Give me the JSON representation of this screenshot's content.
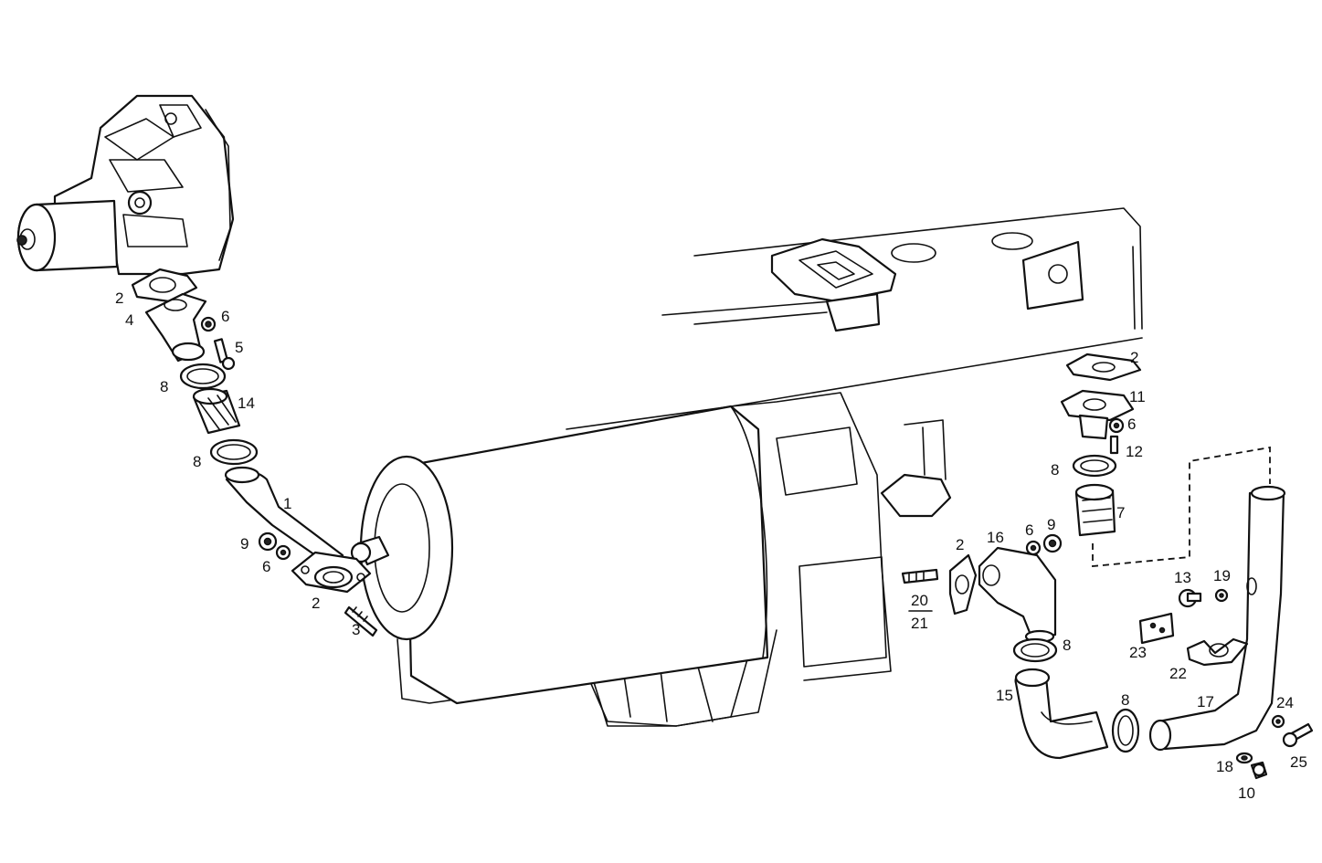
{
  "callouts": {
    "c1": "1",
    "c2a": "2",
    "c2b": "2",
    "c2c": "2",
    "c2d": "2",
    "c3": "3",
    "c4": "4",
    "c5": "5",
    "c6a": "6",
    "c6b": "6",
    "c6c": "6",
    "c6d": "6",
    "c7": "7",
    "c8a": "8",
    "c8b": "8",
    "c8c": "8",
    "c8d": "8",
    "c8e": "8",
    "c9a": "9",
    "c9b": "9",
    "c10": "10",
    "c11": "11",
    "c12": "12",
    "c13": "13",
    "c14": "14",
    "c15": "15",
    "c16": "16",
    "c17": "17",
    "c18": "18",
    "c19": "19",
    "c20": "20",
    "c21": "21",
    "c22": "22",
    "c23": "23",
    "c24": "24",
    "c25": "25"
  }
}
